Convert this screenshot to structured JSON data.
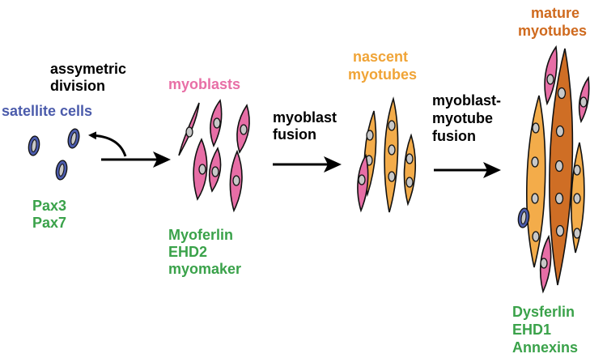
{
  "labels": {
    "satellite_cells": "satellite cells",
    "division_line1": "assymetric",
    "division_line2": "division",
    "markers_satellite": [
      "Pax3",
      "Pax7"
    ],
    "myoblasts": "myoblasts",
    "markers_myoblast": [
      "Myoferlin",
      "EHD2",
      "myomaker"
    ],
    "fusion1_line1": "myoblast",
    "fusion1_line2": "fusion",
    "nascent_line1": "nascent",
    "nascent_line2": "myotubes",
    "fusion2_line1": "myoblast-",
    "fusion2_line2": "myotube",
    "fusion2_line3": "fusion",
    "mature_line1": "mature",
    "mature_line2": "myotubes",
    "markers_mature": [
      "Dysferlin",
      "EHD1",
      "Annexins"
    ]
  },
  "colors": {
    "satellite": "#4b5bab",
    "marker_text": "#3aa24a",
    "myoblast": "#e76ea6",
    "nascent_myotube": "#f3ac4a",
    "mature_myotube": "#cf6e25",
    "nucleus": "#c8c8c8"
  }
}
